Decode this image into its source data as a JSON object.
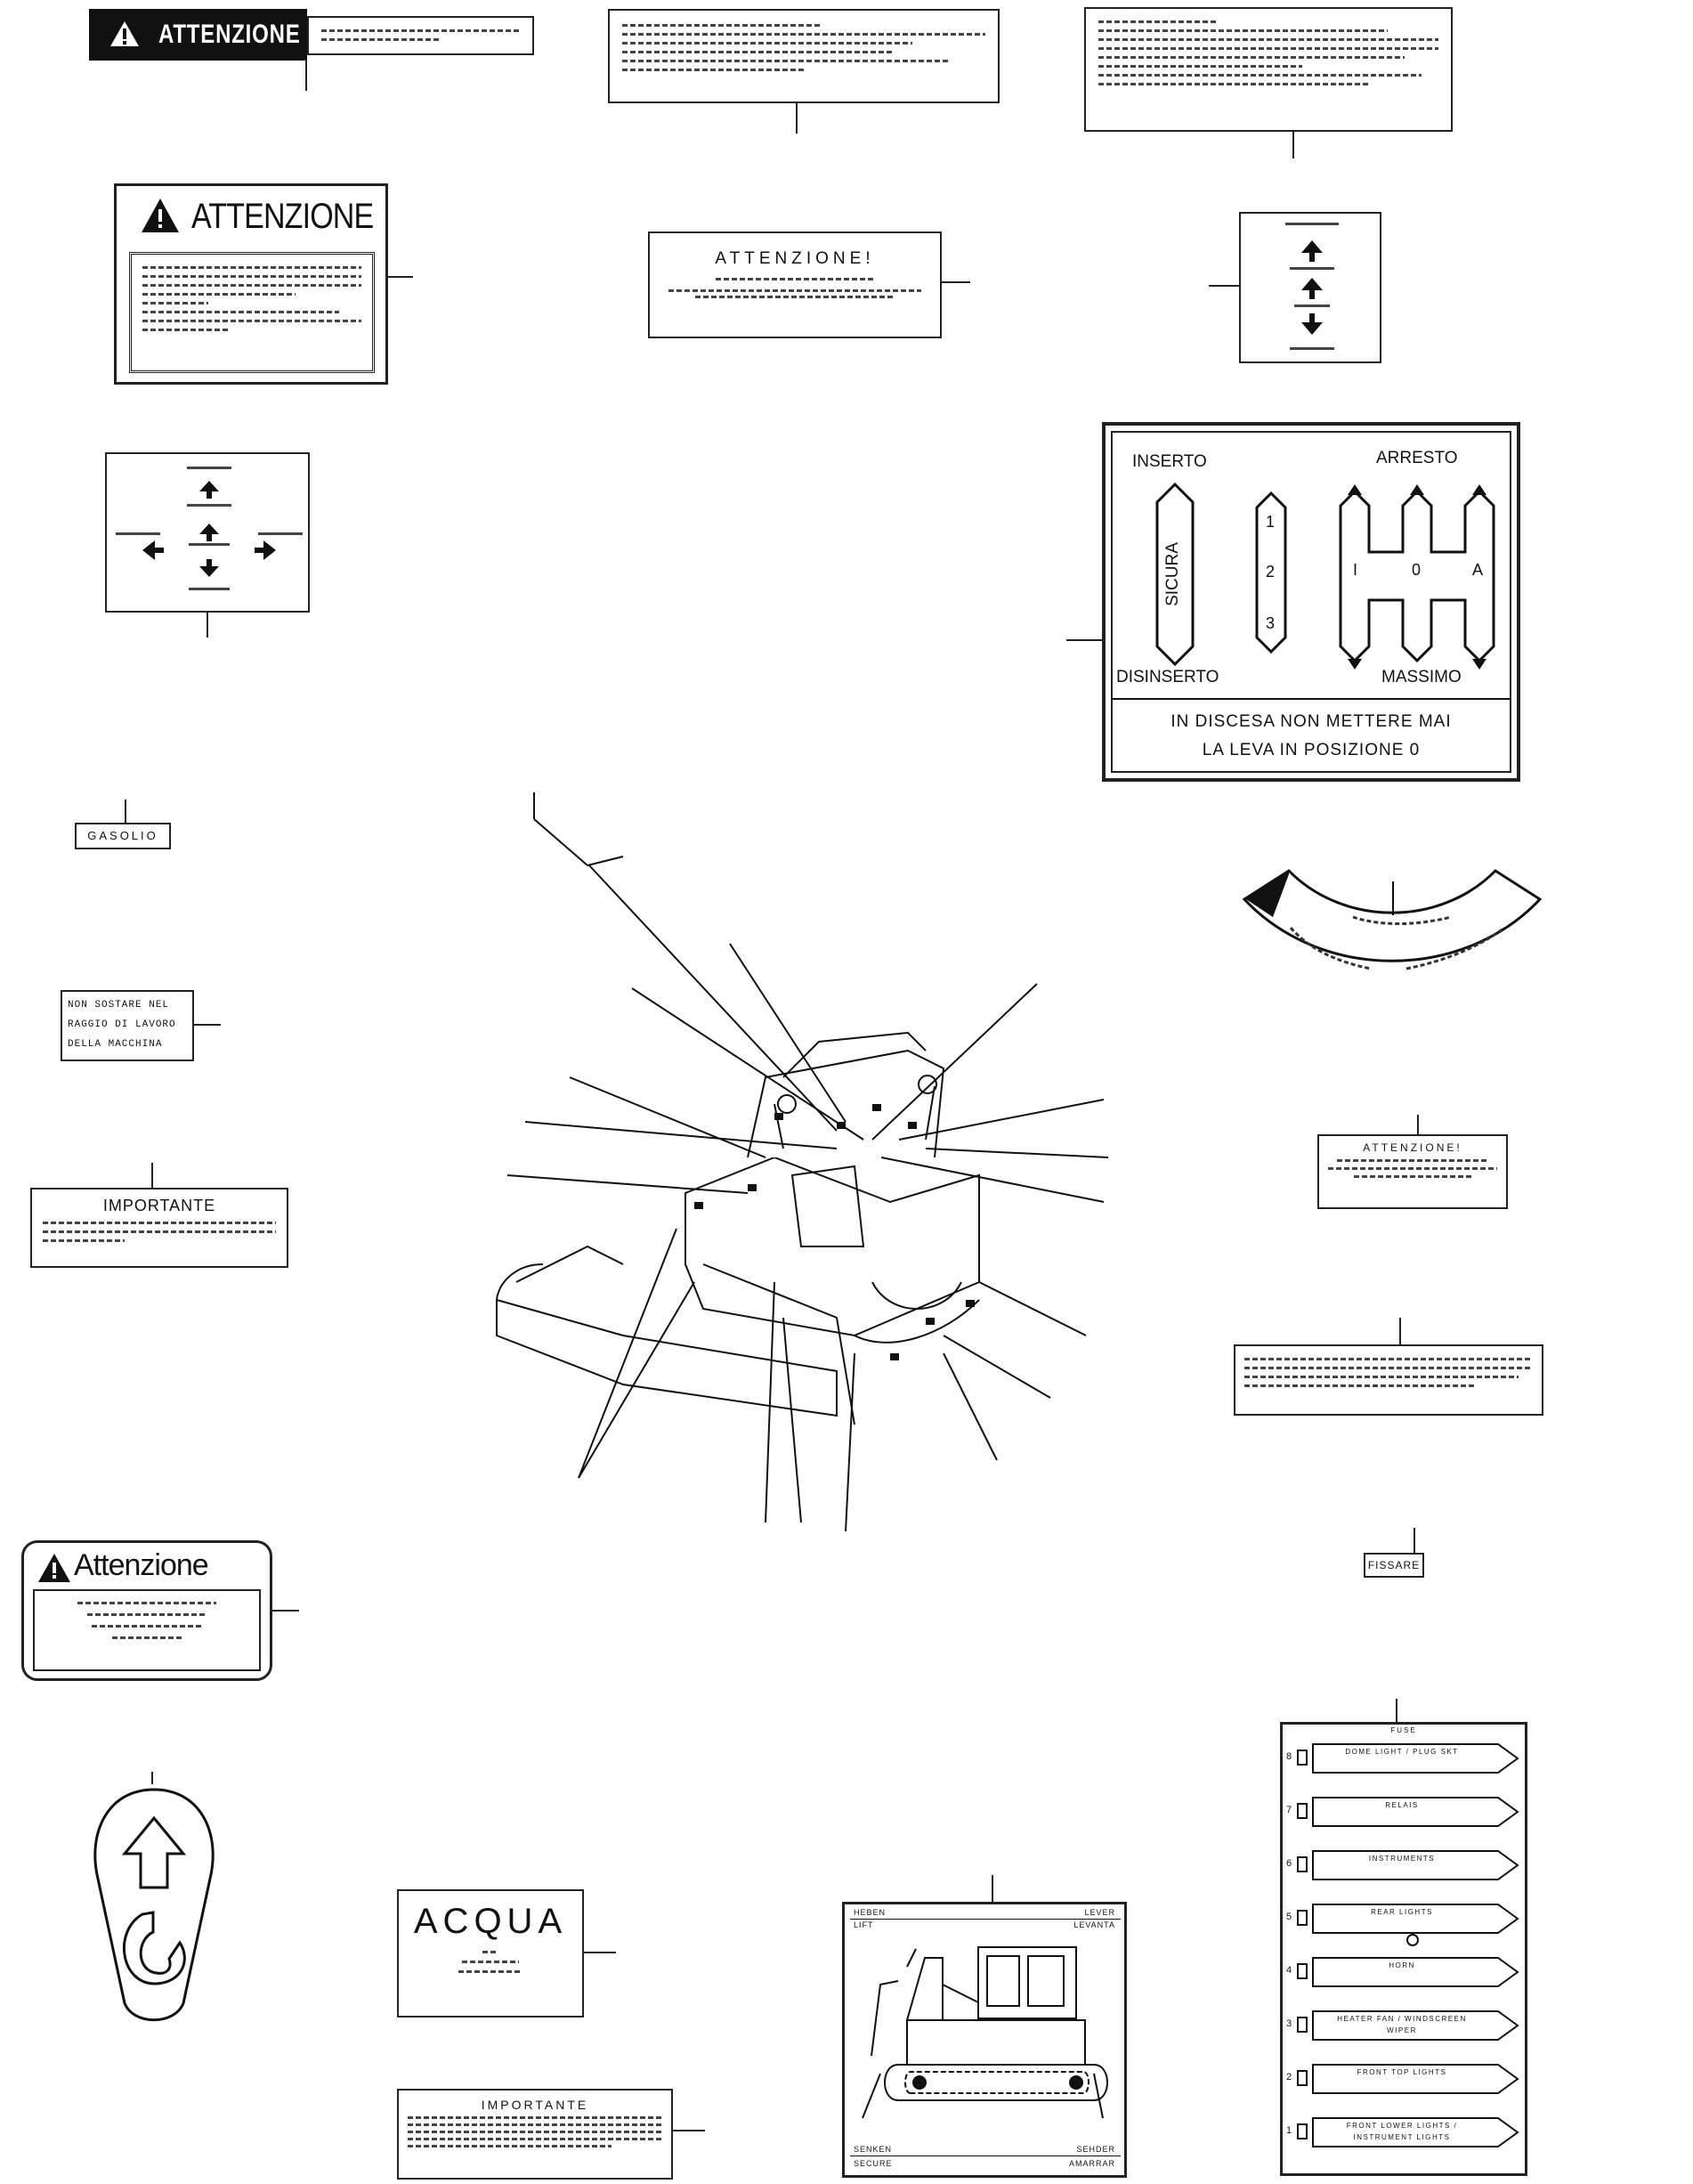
{
  "labels": {
    "attenzione_banner": "ATTENZIONE",
    "attenzione_box": "ATTENZIONE",
    "attenzione_exclaim": "ATTENZIONE!",
    "gear": {
      "inserto": "INSERTO",
      "arresto": "ARRESTO",
      "sicura": "SICURA",
      "disinserto": "DISINSERTO",
      "massimo": "MASSIMO",
      "n1": "1",
      "n2": "2",
      "n3": "3",
      "pos_i": "I",
      "pos_0": "0",
      "pos_a": "A",
      "note_line1": "IN DISCESA NON METTERE MAI",
      "note_line2": "LA LEVA IN POSIZIONE 0"
    },
    "gasolio": "GASOLIO",
    "non_sostare": [
      "NON SOSTARE NEL",
      "RAGGIO DI LAVORO",
      "DELLA MACCHINA"
    ],
    "importante": "IMPORTANTE",
    "attenzione_right": "ATTENZIONE!",
    "attenzione_rounded": "Attenzione",
    "fissare": "FISSARE",
    "acqua": "ACQUA",
    "importante_bottom": "IMPORTANTE",
    "lift_panel": {
      "heben": "HEBEN",
      "lift": "LIFT",
      "lever": "LEVER",
      "levanta": "LEVANTA",
      "senken": "SENKEN",
      "secure": "SECURE",
      "sehder": "SEHDER",
      "amarrar": "AMARRAR"
    },
    "fuse_panel": {
      "title": "FUSE",
      "rows": [
        {
          "num": "8",
          "label": "DOME LIGHT / PLUG SKT"
        },
        {
          "num": "7",
          "label": "RELAIS"
        },
        {
          "num": "6",
          "label": "INSTRUMENTS"
        },
        {
          "num": "5",
          "label": "REAR LIGHTS"
        },
        {
          "num": "4",
          "label": "HORN"
        },
        {
          "num": "3",
          "label": "HEATER FAN / WINDSCREEN WIPER"
        },
        {
          "num": "2",
          "label": "FRONT TOP LIGHTS"
        },
        {
          "num": "1",
          "label": "FRONT LOWER LIGHTS / INSTRUMENT LIGHTS"
        }
      ]
    }
  }
}
